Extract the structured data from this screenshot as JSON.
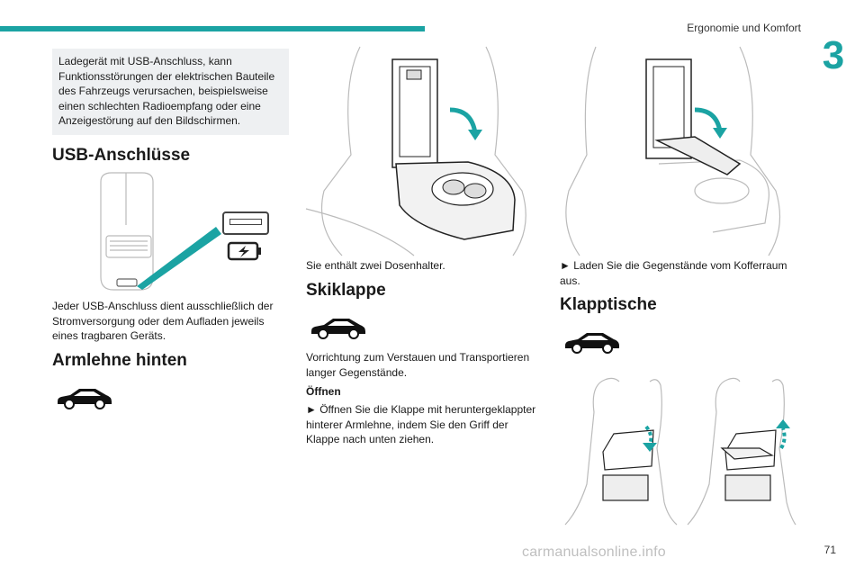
{
  "header": {
    "section_title": "Ergonomie und Komfort",
    "chapter_number": "3",
    "accent_color": "#1ba3a3"
  },
  "col1": {
    "note_text": "Ladegerät mit USB-Anschluss, kann Funktionsstörungen der elektrischen Bauteile des Fahrzeugs verursachen, beispielsweise einen schlechten Radioempfang oder eine Anzeigestörung auf den Bildschirmen.",
    "usb_heading": "USB-Anschlüsse",
    "usb_text": "Jeder USB-Anschluss dient ausschließlich der Stromversorgung oder dem Aufladen jeweils eines tragbaren Geräts.",
    "armrest_heading": "Armlehne hinten",
    "car_icon": "suv-side-icon",
    "usb_icon": "usb-port-icon",
    "charge_icon": "battery-charge-icon"
  },
  "col2": {
    "armrest_caption": "Sie enthält zwei Dosenhalter.",
    "skiklappe_heading": "Skiklappe",
    "skiklappe_text": "Vorrichtung zum Verstauen und Transportieren langer Gegenstände.",
    "open_subheading": "Öffnen",
    "open_text": "► Öffnen Sie die Klappe mit heruntergeklappter hinterer Armlehne, indem Sie den Griff der Klappe nach unten ziehen."
  },
  "col3": {
    "load_text": "► Laden Sie die Gegenstände vom Kofferraum aus.",
    "klapptische_heading": "Klapptische"
  },
  "footer": {
    "page_number": "71",
    "watermark": "carmanualsonline.info"
  }
}
